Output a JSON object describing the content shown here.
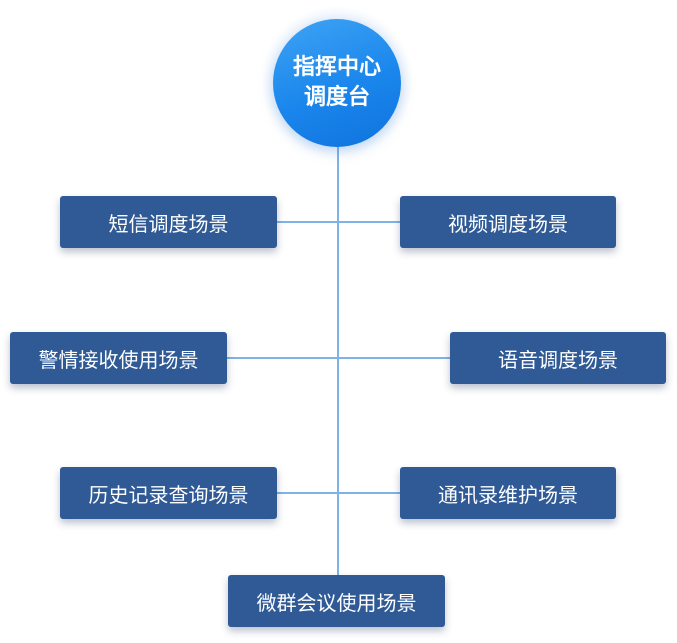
{
  "hub": {
    "line1": "指挥中心",
    "line2": "调度台"
  },
  "nodes": {
    "sms": "短信调度场景",
    "video": "视频调度场景",
    "alarm": "警情接收使用场景",
    "voice": "语音调度场景",
    "history": "历史记录查询场景",
    "contacts": "通讯录维护场景",
    "wechat": "微群会议使用场景"
  },
  "colors": {
    "node_fill": "#2f5a96",
    "hub_fill": "#1a86ec",
    "connector": "#7db3e8"
  }
}
